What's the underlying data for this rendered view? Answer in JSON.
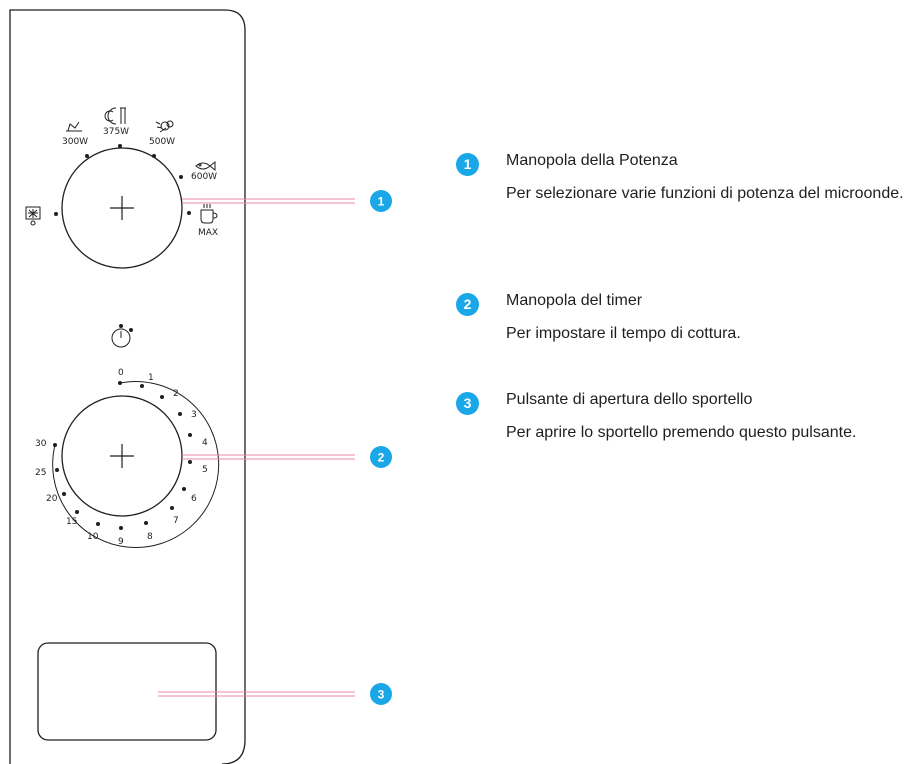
{
  "power_dial": {
    "labels": [
      "300W",
      "375W",
      "500W",
      "600W",
      "MAX"
    ],
    "icons": [
      "defrost-icon",
      "melt-icon",
      "plate-cutlery-icon",
      "steam-vegetables-icon",
      "fish-icon",
      "cup-icon"
    ]
  },
  "timer_dial": {
    "icon": "stopwatch-icon",
    "scale": [
      "0",
      "1",
      "2",
      "3",
      "4",
      "5",
      "6",
      "7",
      "8",
      "9",
      "10",
      "15",
      "20",
      "25",
      "30"
    ]
  },
  "callouts": [
    {
      "number": "1",
      "title": "Manopola della Potenza",
      "description": "Per selezionare varie funzioni di potenza del microonde."
    },
    {
      "number": "2",
      "title": "Manopola del timer",
      "description": "Per impostare il tempo di cottura."
    },
    {
      "number": "3",
      "title": "Pulsante di apertura dello sportello",
      "description": "Per aprire lo sportello premendo questo pulsante."
    }
  ],
  "colors": {
    "callout_badge": "#1aa7e8",
    "leader_line": "#e887a8",
    "outline": "#1f1f1f"
  }
}
